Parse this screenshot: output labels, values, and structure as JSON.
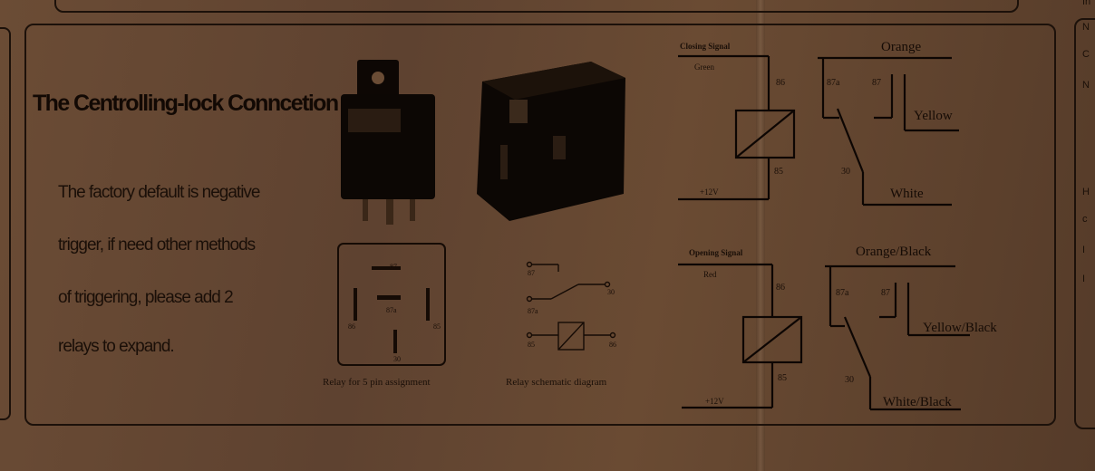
{
  "section": {
    "title": "The Centrolling-lock Conncetion",
    "description": [
      "The factory default is negative",
      "trigger, if need other methods",
      "of triggering,     please add 2",
      "relays to expand."
    ]
  },
  "figures": {
    "pin_caption": "Relay for 5 pin assignment",
    "pin_labels": {
      "p87": "87",
      "p87a": "87a",
      "p85": "85",
      "p86": "86",
      "p30": "30"
    },
    "schematic_caption": "Relay schematic diagram",
    "schematic_labels": {
      "p87": "87",
      "p87a": "87a",
      "p30": "30",
      "p85": "85",
      "p86": "86"
    }
  },
  "closing_relay": {
    "signal": "Closing Signal",
    "signal_color": "Green",
    "pin86": "86",
    "pin85": "85",
    "supply": "+12V",
    "pin87a": "87a",
    "pin87": "87",
    "pin30": "30",
    "wire_top": "Orange",
    "wire_87": "Yellow",
    "wire_30": "White"
  },
  "opening_relay": {
    "signal": "Opening Signal",
    "signal_color": "Red",
    "pin86": "86",
    "pin85": "85",
    "supply": "+12V",
    "pin87a": "87a",
    "pin87": "87",
    "pin30": "30",
    "wire_top": "Orange/Black",
    "wire_87": "Yellow/Black",
    "wire_30": "White/Black"
  },
  "right_edge_text": [
    "In",
    "N",
    "C",
    "N",
    "H",
    "c",
    "I",
    "I"
  ]
}
